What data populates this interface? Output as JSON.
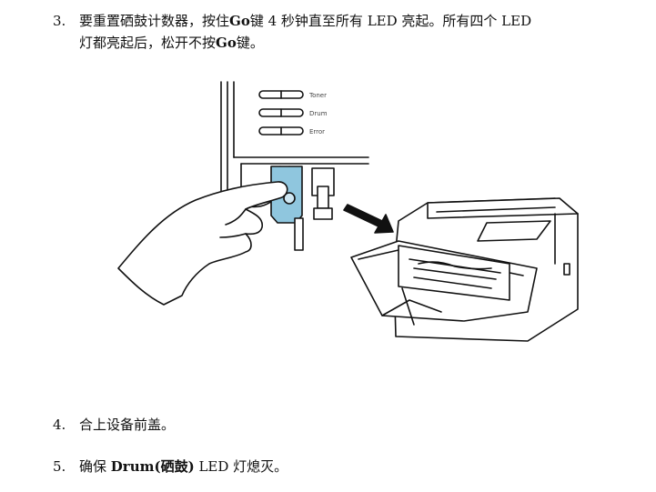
{
  "step3": {
    "number": "3.",
    "text_a": "要重置硒鼓计数器，按住",
    "go1": "Go",
    "text_b": "键 4  秒钟直至所有 LED 亮起。所有四个 LED",
    "text_c": "灯都亮起后，松开不按",
    "go2": "Go",
    "text_d": "键。"
  },
  "figure": {
    "led_labels": [
      "Toner",
      "Drum",
      "Error"
    ]
  },
  "step4": {
    "number": "4.",
    "text": "合上设备前盖。"
  },
  "step5": {
    "number": "5.",
    "text_a": "确保",
    "drum_bold": "Drum(硒鼓)",
    "text_b": "LED 灯熄灭。"
  }
}
